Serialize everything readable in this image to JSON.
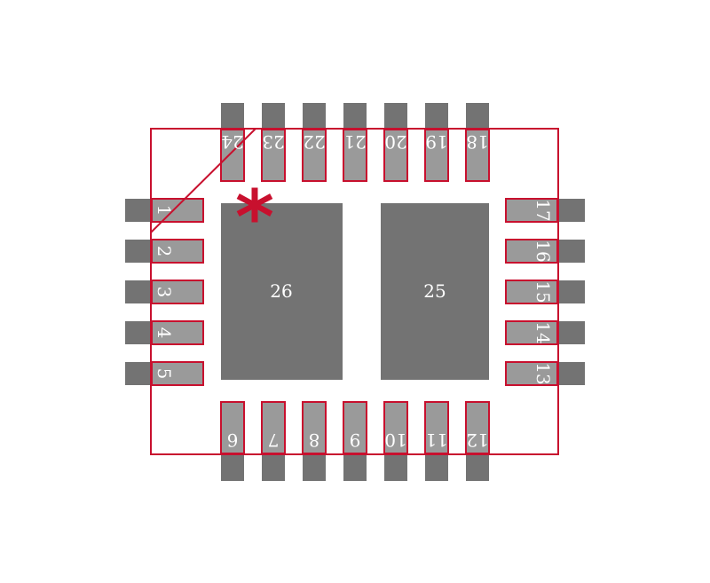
{
  "colors": {
    "background": "#ffffff",
    "copper": "#737373",
    "pin_fill": "#9a9a9a",
    "outline": "#c8102e",
    "label": "#ffffff"
  },
  "pin1_marker": "*",
  "pins": {
    "left": [
      "1",
      "2",
      "3",
      "4",
      "5"
    ],
    "bottom": [
      "6",
      "7",
      "8",
      "9",
      "10",
      "11",
      "12"
    ],
    "right": [
      "13",
      "14",
      "15",
      "16",
      "17"
    ],
    "top": [
      "18",
      "19",
      "20",
      "21",
      "22",
      "23",
      "24"
    ]
  },
  "pads": [
    "26",
    "25"
  ]
}
